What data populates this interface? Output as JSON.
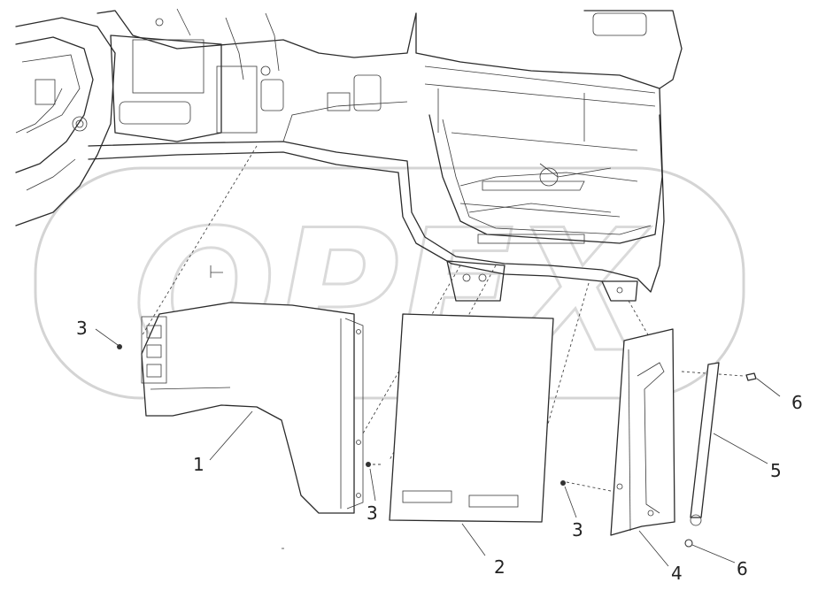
{
  "watermark": {
    "text": "OPEX",
    "color": "#d4d4d4"
  },
  "callouts": [
    {
      "id": "c-3-left",
      "text": "3"
    },
    {
      "id": "c-1",
      "text": "1"
    },
    {
      "id": "c-3-mid",
      "text": "3"
    },
    {
      "id": "c-2",
      "text": "2"
    },
    {
      "id": "c-3-right",
      "text": "3"
    },
    {
      "id": "c-4",
      "text": "4"
    },
    {
      "id": "c-5",
      "text": "5"
    },
    {
      "id": "c-6-top",
      "text": "6"
    },
    {
      "id": "c-6-bottom",
      "text": "6"
    }
  ],
  "colors": {
    "line": "#2b2b2b",
    "background": "#ffffff"
  }
}
